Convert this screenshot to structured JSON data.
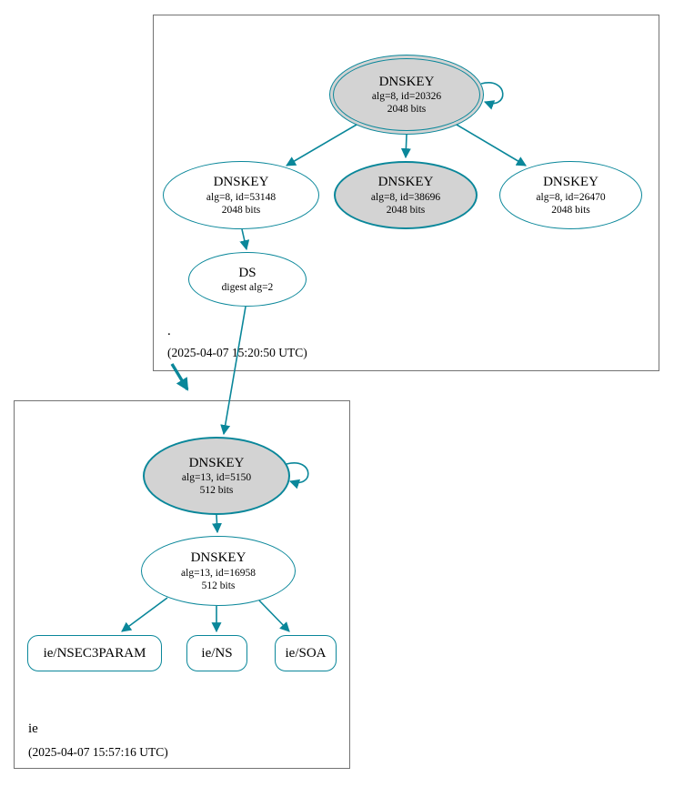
{
  "colors": {
    "secure_edge": "#0a879a",
    "node_border": "#0a879a",
    "ksk_fill": "#d3d3d3",
    "zone_box_border": "#737373"
  },
  "zones": {
    "root": {
      "name": ".",
      "timestamp": "(2025-04-07 15:20:50 UTC)"
    },
    "ie": {
      "name": "ie",
      "timestamp": "(2025-04-07 15:57:16 UTC)"
    }
  },
  "nodes": {
    "root_ksk": {
      "type": "DNSKEY",
      "detail1": "alg=8, id=20326",
      "detail2": "2048 bits"
    },
    "root_key_53148": {
      "type": "DNSKEY",
      "detail1": "alg=8, id=53148",
      "detail2": "2048 bits"
    },
    "root_key_38696": {
      "type": "DNSKEY",
      "detail1": "alg=8, id=38696",
      "detail2": "2048 bits"
    },
    "root_key_26470": {
      "type": "DNSKEY",
      "detail1": "alg=8, id=26470",
      "detail2": "2048 bits"
    },
    "ds": {
      "type": "DS",
      "detail1": "digest alg=2"
    },
    "ie_ksk": {
      "type": "DNSKEY",
      "detail1": "alg=13, id=5150",
      "detail2": "512 bits"
    },
    "ie_zsk": {
      "type": "DNSKEY",
      "detail1": "alg=13, id=16958",
      "detail2": "512 bits"
    },
    "rrset_nsec3param": {
      "label": "ie/NSEC3PARAM"
    },
    "rrset_ns": {
      "label": "ie/NS"
    },
    "rrset_soa": {
      "label": "ie/SOA"
    }
  }
}
